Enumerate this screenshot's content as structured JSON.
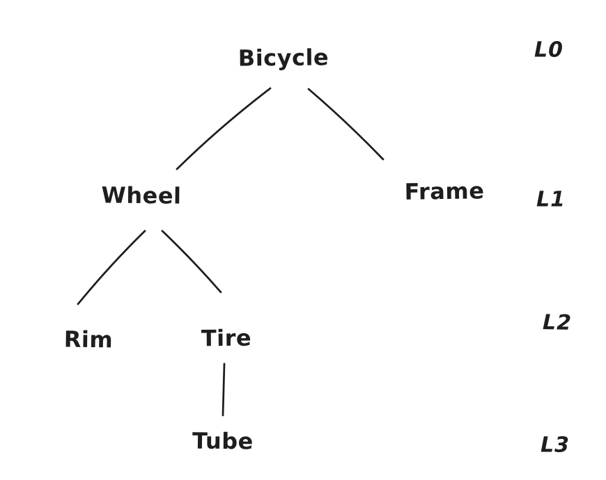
{
  "palette": {
    "ink": "#1e1e1e",
    "background": "#ffffff"
  },
  "tree": {
    "nodes": {
      "bicycle": {
        "label": "Bicycle",
        "level": "L0"
      },
      "wheel": {
        "label": "Wheel",
        "level": "L1"
      },
      "frame": {
        "label": "Frame",
        "level": "L1"
      },
      "rim": {
        "label": "Rim",
        "level": "L2"
      },
      "tire": {
        "label": "Tire",
        "level": "L2"
      },
      "tube": {
        "label": "Tube",
        "level": "L3"
      }
    },
    "edges": [
      {
        "from": "bicycle",
        "to": "wheel"
      },
      {
        "from": "bicycle",
        "to": "frame"
      },
      {
        "from": "wheel",
        "to": "rim"
      },
      {
        "from": "wheel",
        "to": "tire"
      },
      {
        "from": "tire",
        "to": "tube"
      }
    ],
    "level_labels": {
      "l0": "L0",
      "l1": "L1",
      "l2": "L2",
      "l3": "L3"
    }
  }
}
